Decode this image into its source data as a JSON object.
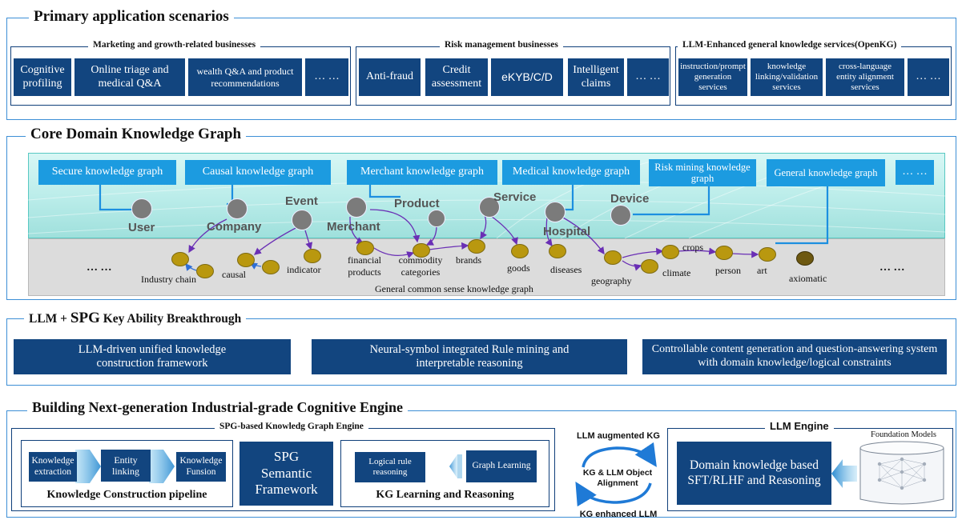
{
  "scenarios": {
    "title": "Primary application scenarios",
    "marketing": {
      "title": "Marketing and growth-related businesses",
      "items": [
        "Cognitive profiling",
        "Online triage and medical Q&A",
        "wealth Q&A and product recommendations",
        "… …"
      ]
    },
    "risk": {
      "title": "Risk management businesses",
      "items": [
        "Anti-fraud",
        "Credit assessment",
        "eKYB/C/D",
        "Intelligent claims",
        "… …"
      ]
    },
    "openkg": {
      "title": "LLM-Enhanced general knowledge services(OpenKG)",
      "items": [
        "instruction/prompt generation services",
        "knowledge linking/validation services",
        "cross-language entity alignment services",
        "… …"
      ]
    }
  },
  "core": {
    "title": "Core Domain Knowledge Graph",
    "graphs": [
      "Secure knowledge graph",
      "Causal knowledge graph",
      "Merchant knowledge graph",
      "Medical knowledge graph",
      "Risk mining knowledge graph",
      "General knowledge graph",
      "… …"
    ],
    "entities": [
      "User",
      "Company",
      "Event",
      "Merchant",
      "Product",
      "Service",
      "Hospital",
      "Device"
    ],
    "common": [
      "Industry chain",
      "causal",
      "indicator",
      "financial products",
      "commodity categories",
      "brands",
      "goods",
      "diseases",
      "geography",
      "climate",
      "crops",
      "person",
      "art",
      "axiomatic"
    ],
    "ellipsis_left": "… …",
    "ellipsis_right": "… …",
    "common_caption": "General common sense knowledge graph"
  },
  "llmspg": {
    "title_prefix": "LLM + ",
    "title_spg": "SPG",
    "title_suffix": " Key Ability Breakthrough",
    "items": [
      "LLM-driven unified knowledge construction framework",
      "Neural-symbol integrated Rule mining and interpretable reasoning",
      "Controllable content generation and question-answering system with domain knowledge/logical constraints"
    ]
  },
  "engine": {
    "title": "Building Next-generation Industrial-grade Cognitive Engine",
    "spg_engine": {
      "title": "SPG-based Knowledg Graph Engine",
      "pipeline": [
        "Knowledge extraction",
        "Entity linking",
        "Knowledge Funsion"
      ],
      "pipeline_caption": "Knowledge Construction pipeline",
      "semantic": "SPG Semantic Framework",
      "learning": [
        "Logical rule reasoning",
        "Graph Learning"
      ],
      "learning_caption": "KG Learning and Reasoning"
    },
    "alignment": {
      "top": "LLM augmented KG",
      "center": "KG & LLM Object Alignment",
      "bottom": "KG enhanced LLM"
    },
    "llm_engine": {
      "title": "LLM Engine",
      "box": "Domain knowledge based SFT/RLHF and Reasoning",
      "foundation": "Foundation Models"
    }
  },
  "colors": {
    "frame": "#3d8fd6",
    "dark_box": "#12457f",
    "light_box": "#1c9be0",
    "teal_band": "#c8f0ee",
    "gray_band": "#dcdcdc",
    "entity_node": "#7b7b7b",
    "concept_node": "#b9980f"
  }
}
